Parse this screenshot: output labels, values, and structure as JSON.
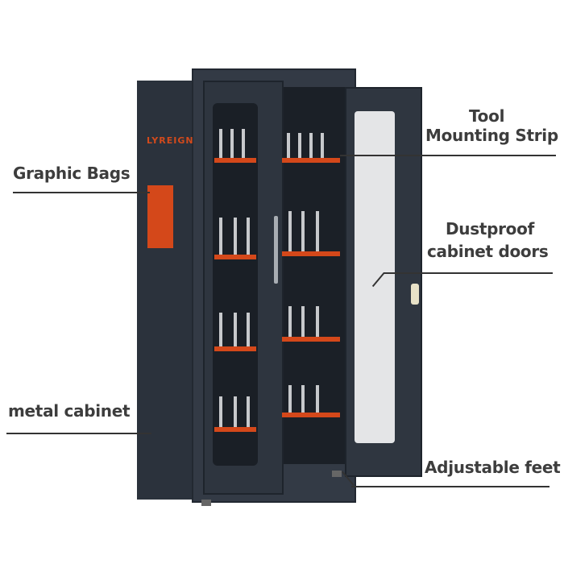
{
  "product": {
    "brand_logo": "LYREIGN",
    "colors": {
      "cabinet_body": "#333a45",
      "accent_orange": "#d4481a",
      "glass": "#e4e5e7",
      "label_text": "#3d3d3d"
    }
  },
  "callouts": {
    "tool_mounting_strip": {
      "line1": "Tool",
      "line2": "Mounting Strip"
    },
    "graphic_bags": "Graphic Bags",
    "dustproof_doors": {
      "line1": "Dustproof",
      "line2": "cabinet doors"
    },
    "metal_cabinet": "metal cabinet",
    "adjustable_feet": "Adjustable feet"
  }
}
